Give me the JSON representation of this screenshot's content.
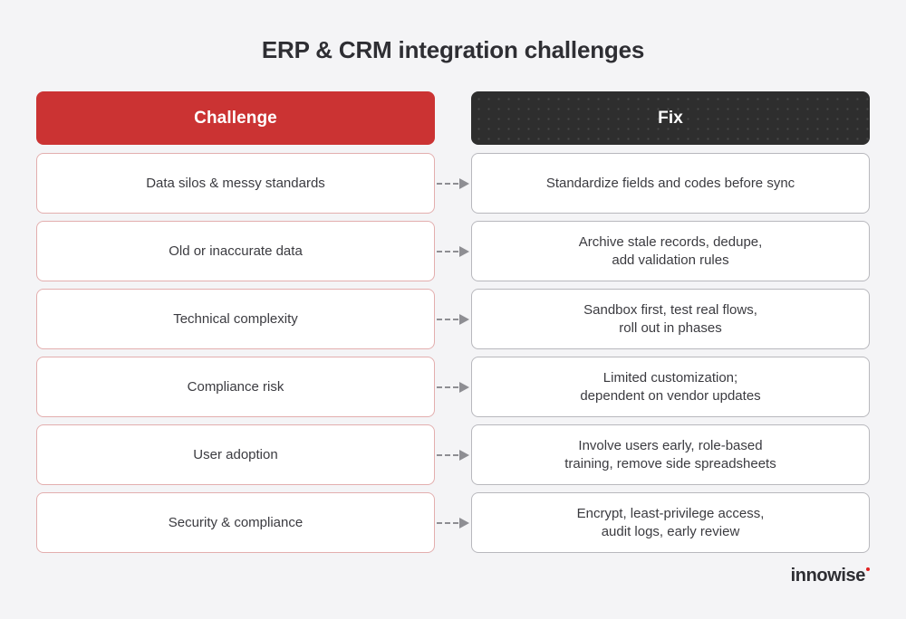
{
  "title": "ERP & CRM integration challenges",
  "columns": {
    "challenge_header": "Challenge",
    "fix_header": "Fix"
  },
  "colors": {
    "background": "#f4f4f6",
    "challenge_header_bg": "#cb3333",
    "fix_header_bg": "#2e2e2e",
    "challenge_cell_border": "#e3aeae",
    "fix_cell_border": "#b8b8bd",
    "text": "#3b3b40",
    "title": "#2e2e33",
    "connector": "#8e8e93",
    "logo_dot": "#e02020"
  },
  "rows": [
    {
      "challenge": "Data silos & messy standards",
      "fix_line1": "Standardize fields and codes before sync",
      "fix_line2": "",
      "connector": "dashed-arrow-right"
    },
    {
      "challenge": "Old or inaccurate data",
      "fix_line1": "Archive stale records, dedupe,",
      "fix_line2": "add validation rules",
      "connector": "dashed-arrow-right"
    },
    {
      "challenge": "Technical complexity",
      "fix_line1": "Sandbox first, test real flows,",
      "fix_line2": "roll out in phases",
      "connector": "dashed-arrow-right"
    },
    {
      "challenge": "Compliance risk",
      "fix_line1": "Limited customization;",
      "fix_line2": "dependent on vendor updates",
      "connector": "dashed-arrow-right"
    },
    {
      "challenge": "User adoption",
      "fix_line1": "Involve users early, role-based",
      "fix_line2": "training, remove side spreadsheets",
      "connector": "dashed-arrow-right"
    },
    {
      "challenge": "Security & compliance",
      "fix_line1": "Encrypt, least-privilege access,",
      "fix_line2": "audit logs, early review",
      "connector": "dashed-arrow-right"
    }
  ],
  "logo": {
    "text": "innowise",
    "mark": "red-dot"
  }
}
